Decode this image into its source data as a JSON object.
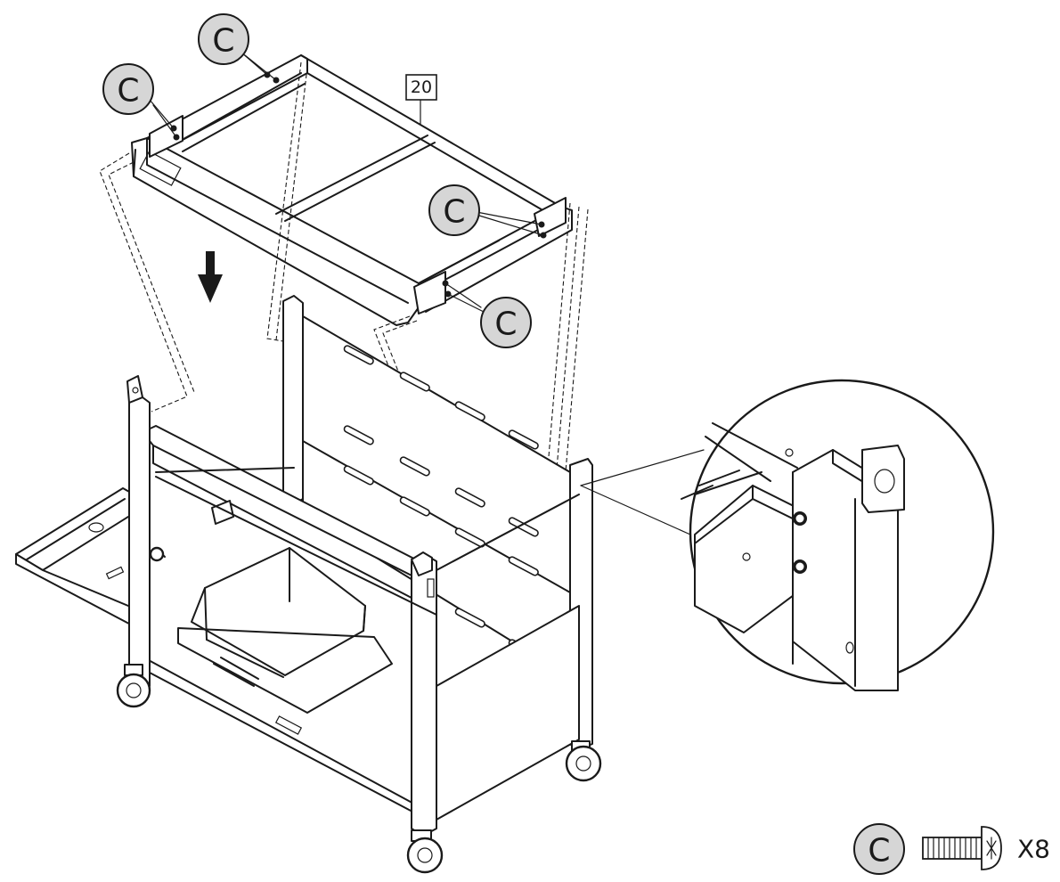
{
  "part_tag": "20",
  "callouts": [
    {
      "letter": "C"
    },
    {
      "letter": "C"
    },
    {
      "letter": "C"
    },
    {
      "letter": "C"
    }
  ],
  "legend": {
    "letter": "C",
    "quantity": "X8",
    "icon": "screw-icon"
  },
  "icons": {
    "arrow": "down-arrow-icon",
    "magnifier": "detail-zoom-circle"
  }
}
